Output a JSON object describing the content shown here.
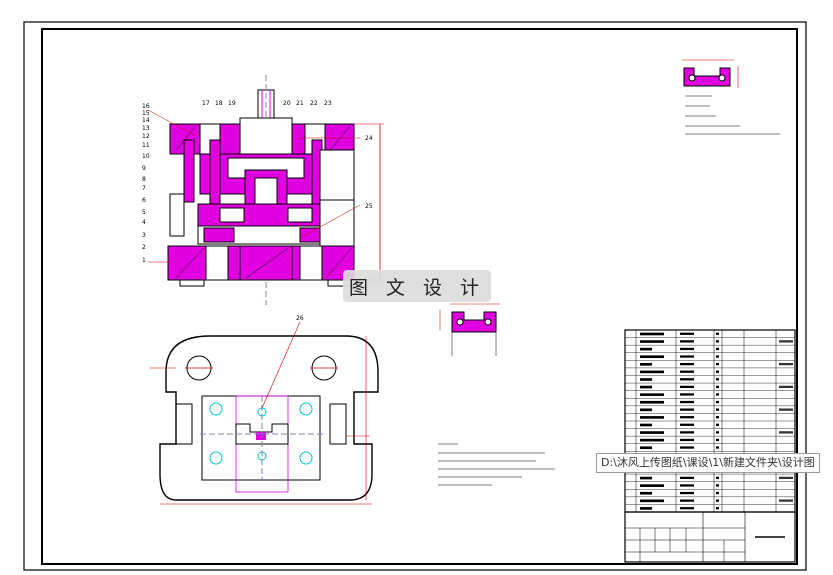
{
  "drawing": {
    "section_labels_left": [
      "16",
      "15",
      "14",
      "13",
      "12",
      "11",
      "10",
      "9",
      "8",
      "7",
      "6",
      "5",
      "4",
      "3",
      "2",
      "1"
    ],
    "section_labels_top": [
      "17",
      "18",
      "19",
      "20",
      "21",
      "22",
      "23"
    ],
    "section_label_24": "24",
    "section_label_25": "25",
    "plan_label_26": "26",
    "colors": {
      "section_fill": "#e000e0",
      "hidden_line": "#00c8c8",
      "dimension": "#d00000",
      "outline": "#000000",
      "center_line": "#8080c0"
    }
  },
  "overlay": {
    "watermark": "图 文 设 计",
    "path_tooltip": "D:\\沐风上传图纸\\课设\\1\\新建文件夹\\设计图"
  }
}
